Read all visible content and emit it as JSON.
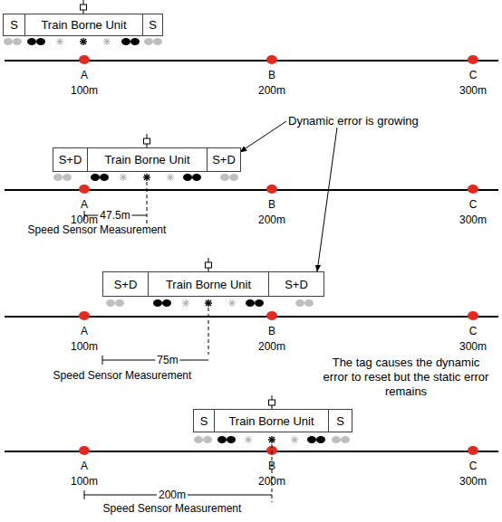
{
  "diagram": {
    "nodes": [
      {
        "text": [
          "S"
        ]
      },
      {
        "text": [
          "Train Borne Unit"
        ]
      },
      {
        "text": [
          "S"
        ]
      },
      {
        "text": [
          "S+D"
        ]
      },
      {
        "text": [
          "Train Borne Unit"
        ]
      },
      {
        "text": [
          "S+D"
        ]
      },
      {
        "text": [
          "S+D"
        ]
      },
      {
        "text": [
          "Train Borne Unit"
        ]
      },
      {
        "text": [
          "S+D"
        ]
      },
      {
        "text": [
          "S"
        ]
      },
      {
        "text": [
          "Train Borne Unit"
        ]
      },
      {
        "text": [
          "S"
        ]
      }
    ],
    "labels": [
      "A",
      "100m",
      "B",
      "200m",
      "C",
      "300m",
      "Dynamic error is growing",
      "A",
      "100m",
      "B",
      "200m",
      "C",
      "300m",
      "47.5m",
      "Speed Sensor Measurement",
      "A",
      "100m",
      "B",
      "200m",
      "C",
      "300m",
      "75m",
      "Speed Sensor Measurement",
      "The tag causes the dynamic error to reset but the static error remains",
      "A",
      "100m",
      "B",
      "200m",
      "C",
      "300m",
      "200m",
      "Speed Sensor Measurement"
    ]
  }
}
